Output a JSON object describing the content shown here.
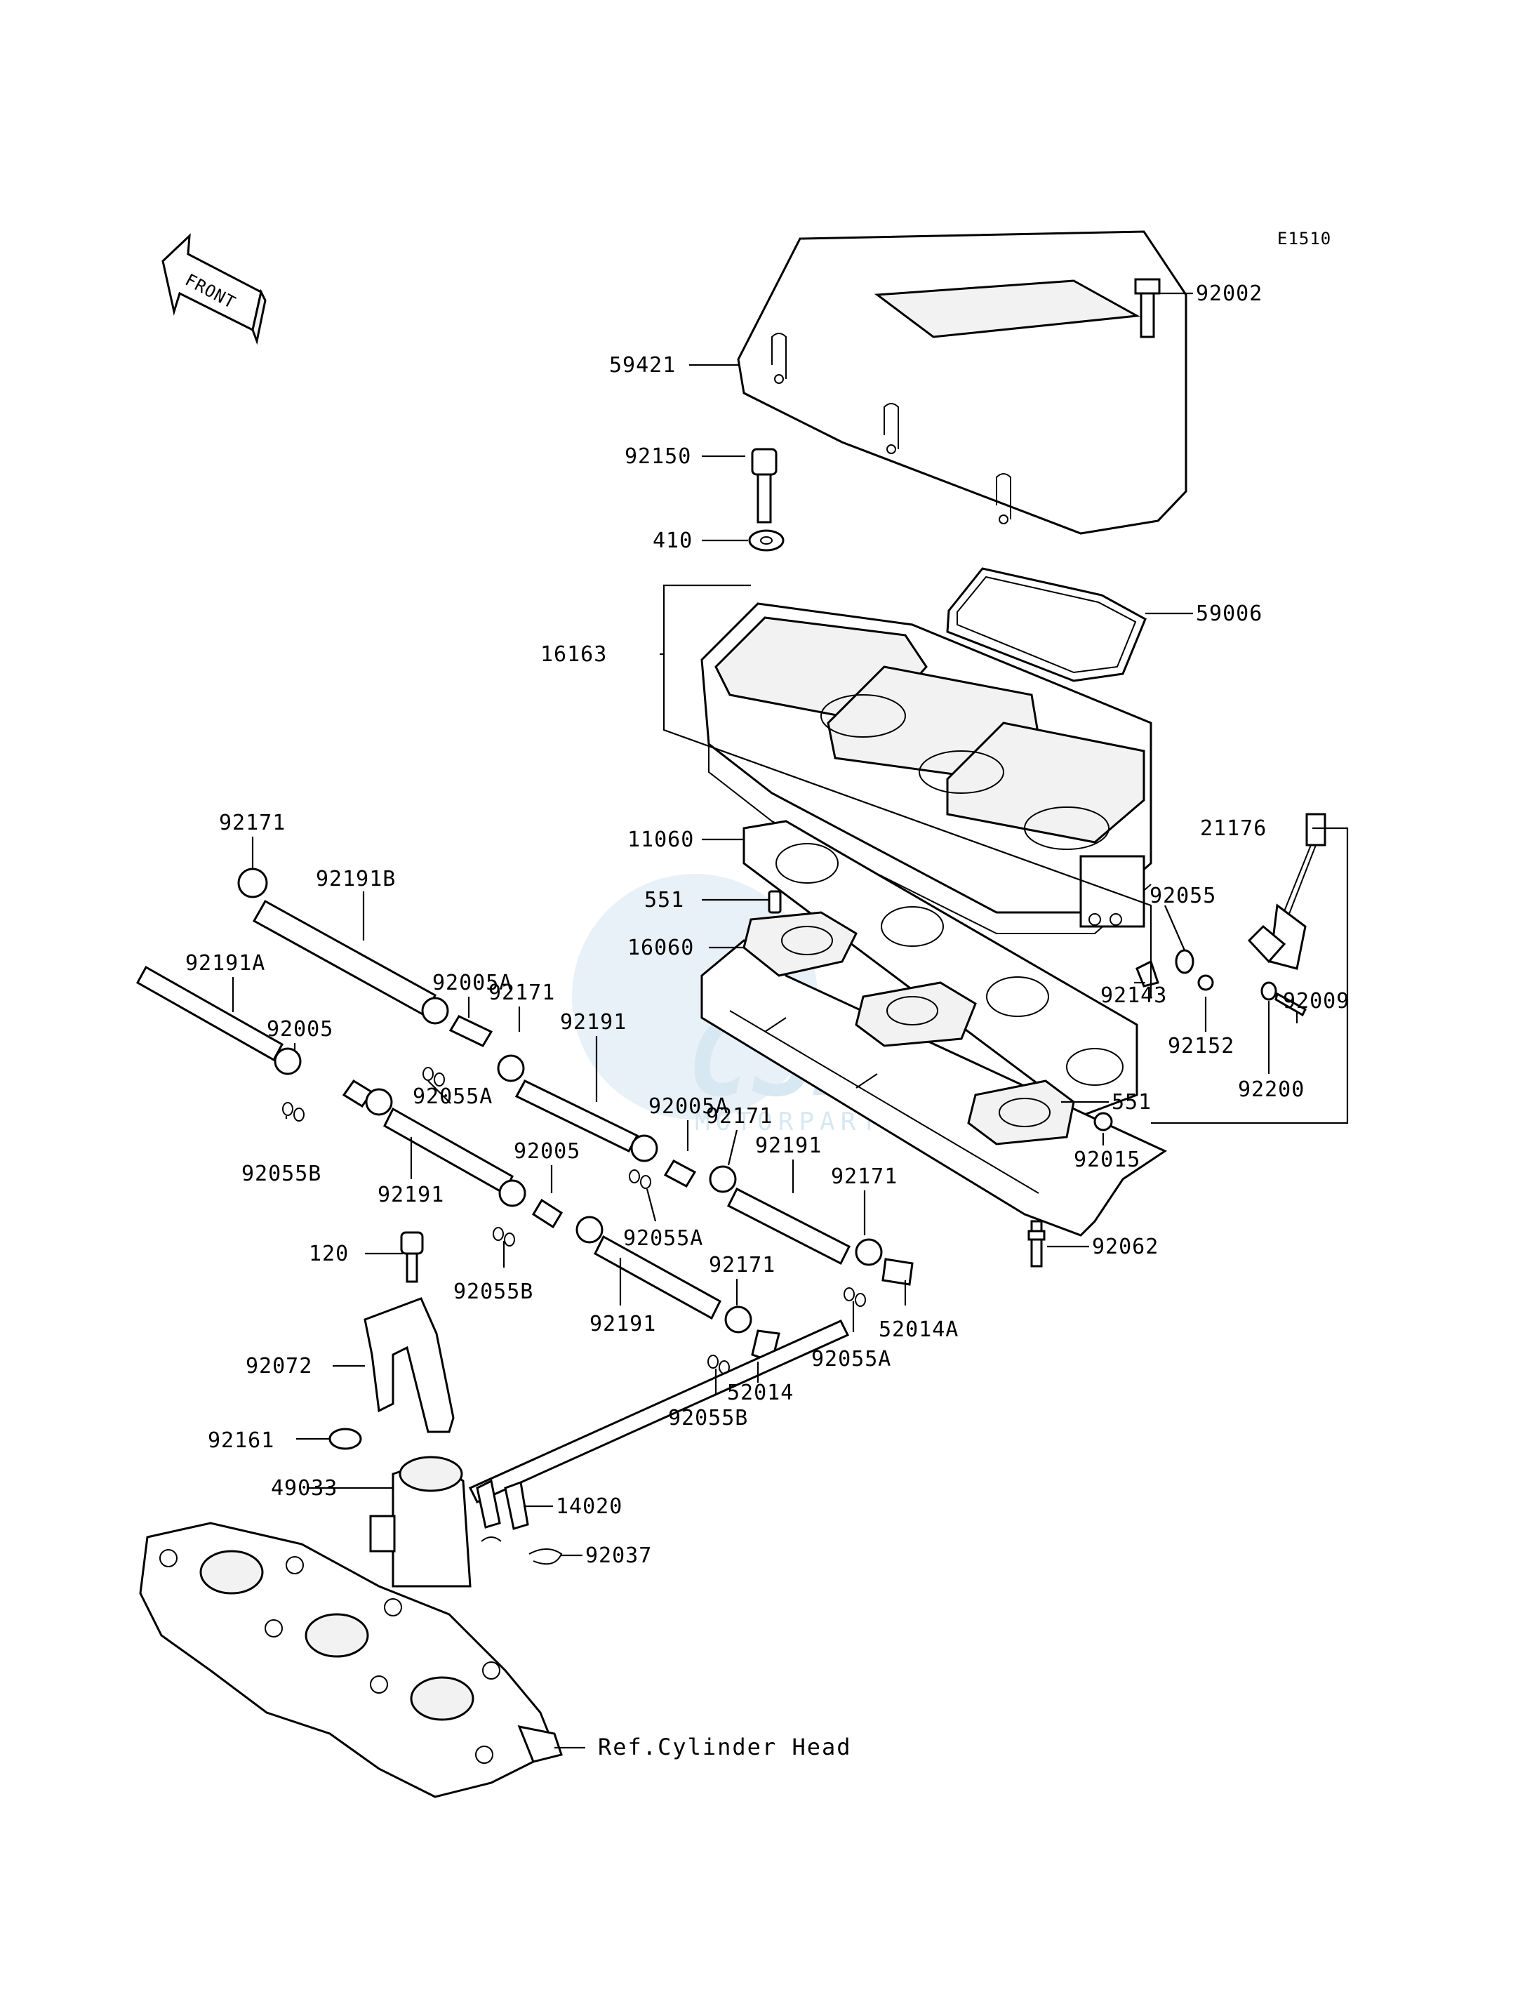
{
  "diagram_code": "E1510",
  "front_label": "FRONT",
  "reference_label": "Ref.Cylinder Head",
  "watermark": {
    "main": "CSM",
    "sub": "MOTORPARTS"
  },
  "colors": {
    "ink": "#000000",
    "background": "#ffffff",
    "watermark": "#d8e8f2"
  },
  "callouts": [
    "92002",
    "59421",
    "92150",
    "410",
    "59006",
    "16163",
    "21176",
    "11060",
    "551",
    "16060",
    "92055",
    "92143",
    "92152",
    "92009",
    "551",
    "92200",
    "92015",
    "92062",
    "92171",
    "92191B",
    "92005A",
    "92171",
    "92191A",
    "92005",
    "92191",
    "92055A",
    "92005A",
    "92171",
    "92191",
    "92055B",
    "92191",
    "92005",
    "92055A",
    "92171",
    "92055B",
    "92191",
    "92171",
    "52014A",
    "92055A",
    "52014",
    "92055B",
    "120",
    "92072",
    "92161",
    "49033",
    "14020",
    "92037"
  ]
}
